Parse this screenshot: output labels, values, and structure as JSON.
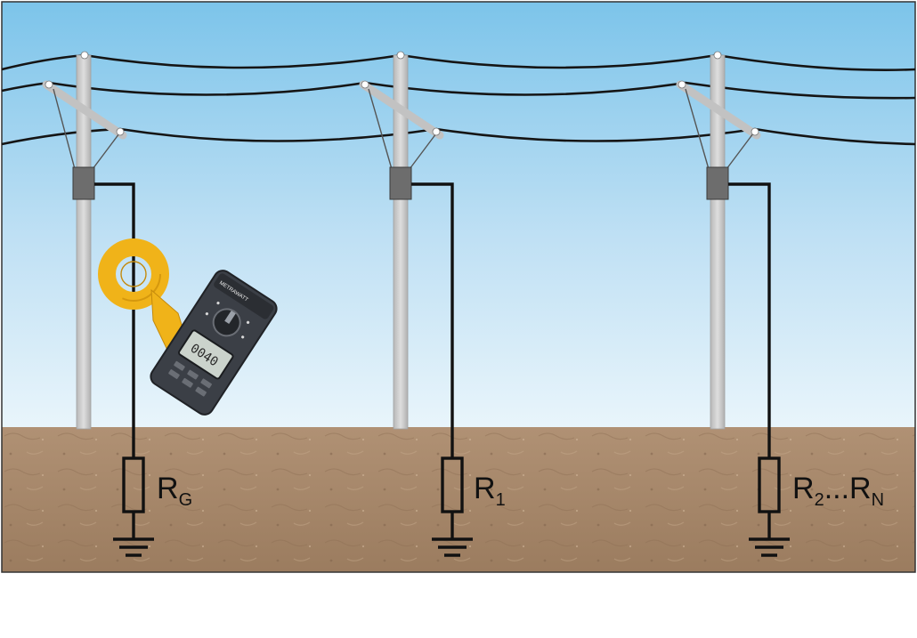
{
  "diagram": {
    "resistors": [
      {
        "main": "R",
        "sub": "G",
        "tail": "",
        "tail_sub": ""
      },
      {
        "main": "R",
        "sub": "1",
        "tail": "",
        "tail_sub": ""
      },
      {
        "main": "R",
        "sub": "2",
        "tail": "...R",
        "tail_sub": "N"
      }
    ],
    "meter": {
      "display": "0040",
      "brand_text": "METRAWATT"
    }
  },
  "colors": {
    "sky_top": "#7ec6ec",
    "sky_bottom": "#e6f3fa",
    "ground": "#a8896a",
    "pole": "#c9c9c9",
    "clamp": "#f2b41b",
    "meter_body": "#3c4047",
    "wire": "#111111"
  }
}
